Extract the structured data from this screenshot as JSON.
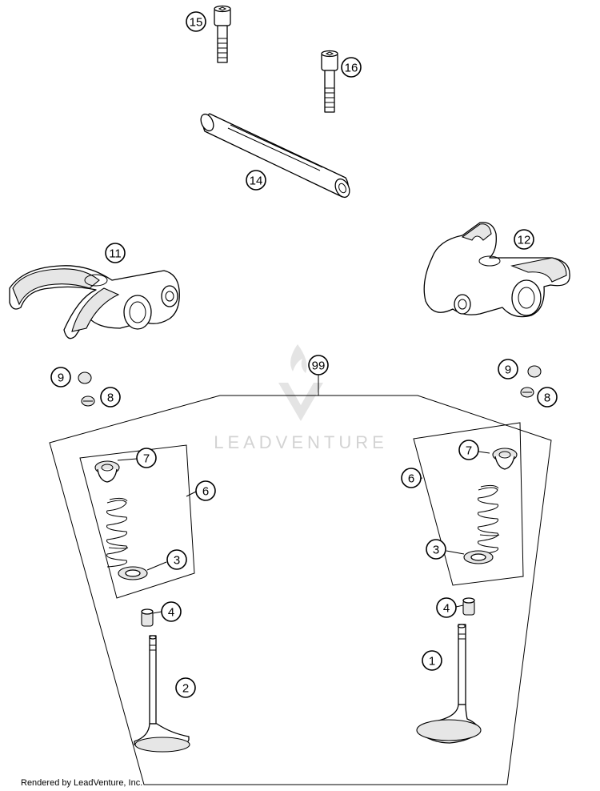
{
  "callouts": {
    "c15": "15",
    "c16": "16",
    "c14": "14",
    "c11": "11",
    "c12": "12",
    "c99": "99",
    "c9l": "9",
    "c8l": "8",
    "c9r": "9",
    "c8r": "8",
    "c7l": "7",
    "c6l": "6",
    "c3l": "3",
    "c4l": "4",
    "c2": "2",
    "c7r": "7",
    "c6r": "6",
    "c3r": "3",
    "c4r": "4",
    "c1": "1"
  },
  "watermark": "LEADVENTURE",
  "footer": "Rendered by LeadVenture, Inc.",
  "colors": {
    "line": "#000000",
    "shade": "#e6e6e6",
    "watermark": "#d3d3d3"
  }
}
